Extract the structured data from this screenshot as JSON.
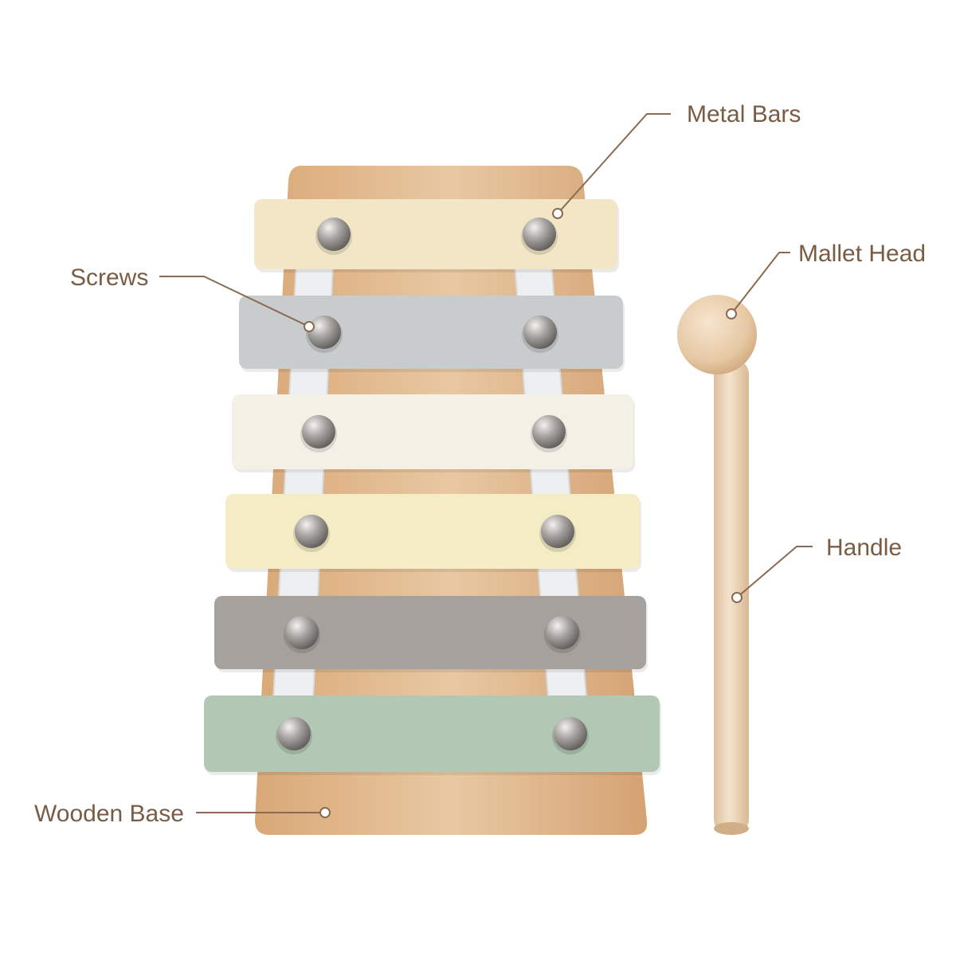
{
  "colors": {
    "label_text": "#7a5c45",
    "leader_line": "#8a6a52",
    "wood_light": "#e6c6a2",
    "wood_dark": "#c99565",
    "strap": "#ecedef",
    "screw": "#8f8c8a",
    "bar_colors": [
      "#f3e6c6",
      "#c9cccd",
      "#f5f0e6",
      "#f4ecc4",
      "#a6a19c",
      "#b2c8b4"
    ]
  },
  "bars": [
    {
      "color": "#f3e6c6"
    },
    {
      "color": "#c9cccd"
    },
    {
      "color": "#f5f0e6"
    },
    {
      "color": "#f4ecc4"
    },
    {
      "color": "#a6a19c"
    },
    {
      "color": "#b2c8b4"
    }
  ],
  "labels": {
    "metal_bars": "Metal Bars",
    "screws": "Screws",
    "mallet_head": "Mallet Head",
    "handle": "Handle",
    "wooden_base": "Wooden Base"
  }
}
